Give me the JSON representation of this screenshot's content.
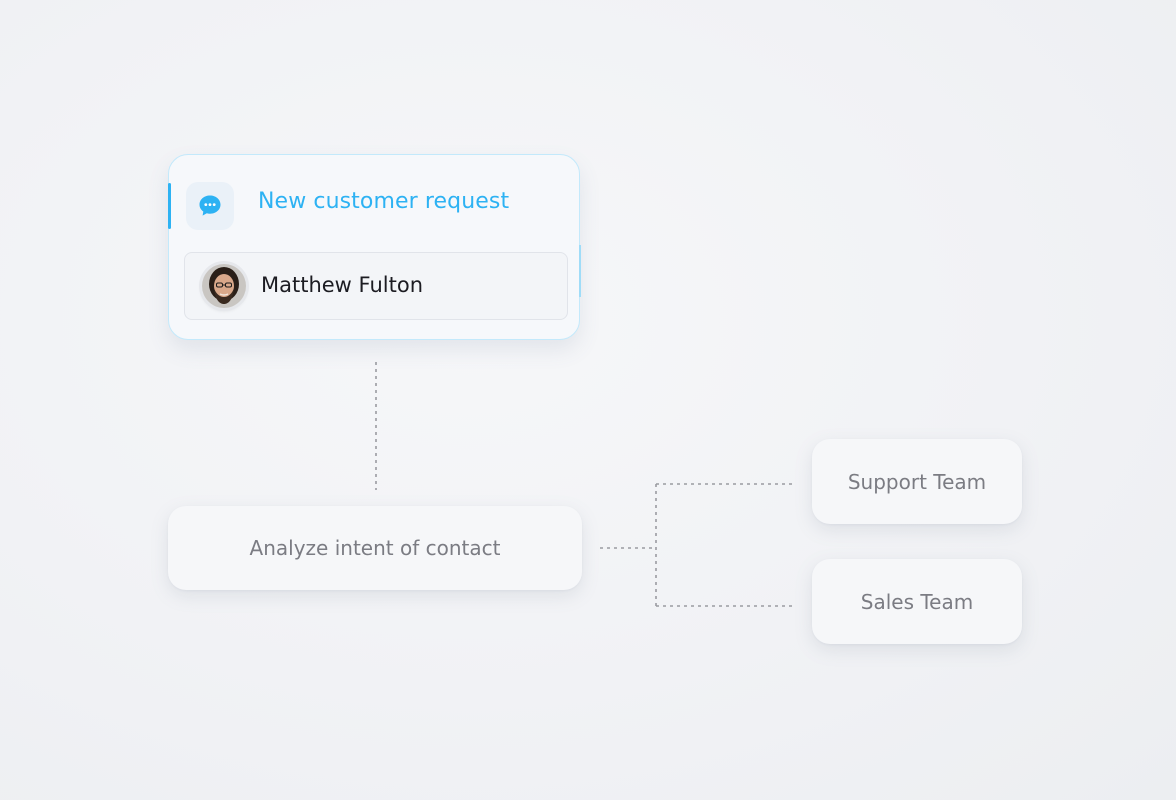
{
  "trigger": {
    "icon": "chat-bubble-icon",
    "title": "New customer request",
    "contact_name": "Matthew Fulton"
  },
  "steps": {
    "analyze_label": "Analyze intent of contact"
  },
  "branches": {
    "support_label": "Support Team",
    "sales_label": "Sales Team"
  },
  "colors": {
    "accent": "#2db2f3",
    "card_border": "#c3e9fb",
    "muted_text": "#7b7c83",
    "connector": "#9a9ba1"
  }
}
